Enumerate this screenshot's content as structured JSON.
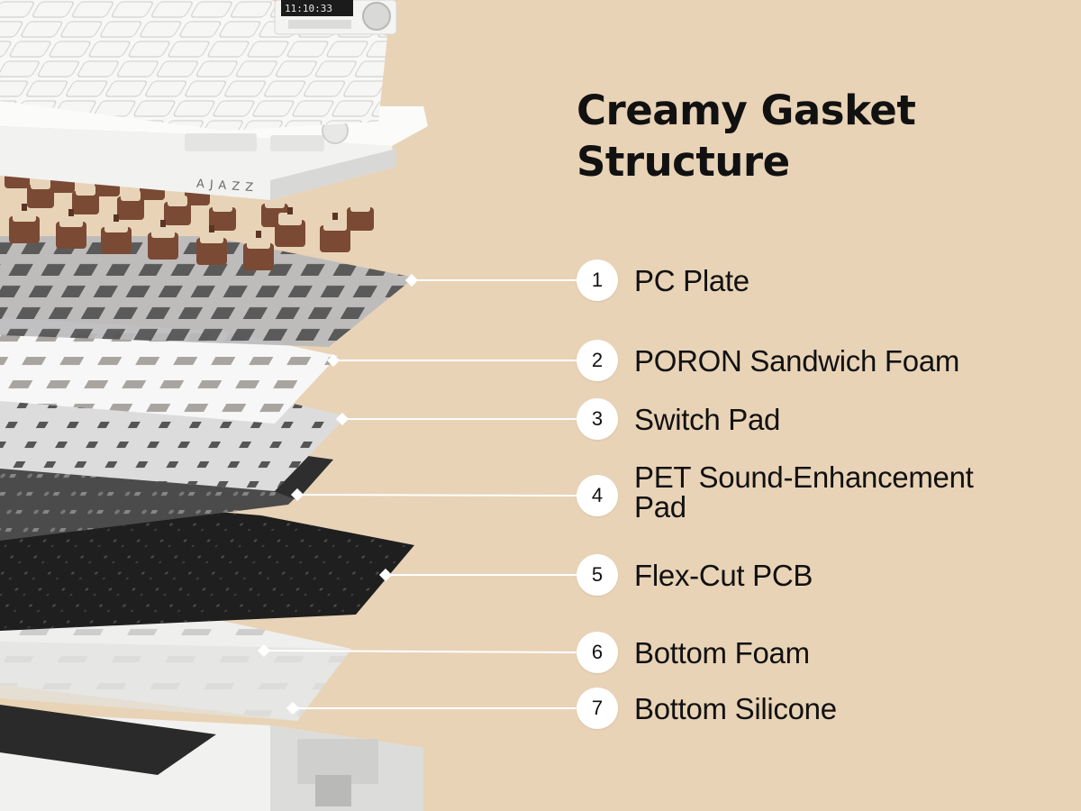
{
  "title": "Creamy Gasket Structure",
  "brand": {
    "logo_text": "AJAZZ"
  },
  "screen": {
    "clock": "11:10:33"
  },
  "colors": {
    "background": "#e9d3b6",
    "text": "#111111",
    "badge": "#ffffff",
    "leader": "#ffffff"
  },
  "layers": [
    {
      "num": "1",
      "label": "PC Plate"
    },
    {
      "num": "2",
      "label": "PORON Sandwich Foam"
    },
    {
      "num": "3",
      "label": "Switch Pad"
    },
    {
      "num": "4",
      "label": "PET Sound-Enhancement Pad"
    },
    {
      "num": "5",
      "label": "Flex-Cut PCB"
    },
    {
      "num": "6",
      "label": "Bottom Foam"
    },
    {
      "num": "7",
      "label": "Bottom Silicone"
    }
  ]
}
